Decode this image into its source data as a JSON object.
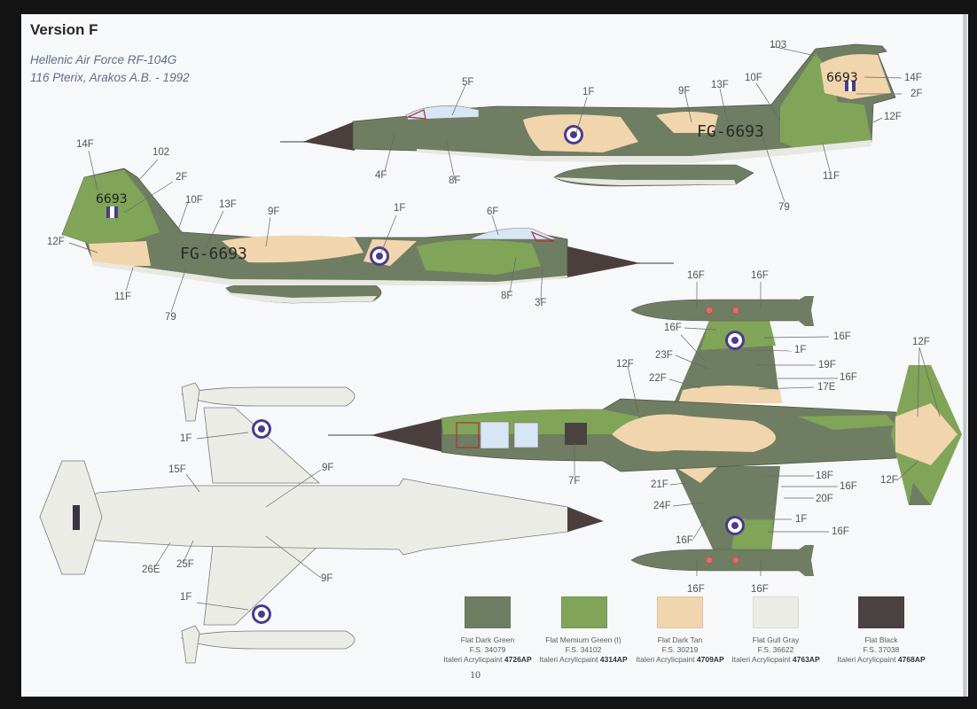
{
  "header": {
    "title": "Version F",
    "subtitle_line1": "Hellenic Air Force RF-104G",
    "subtitle_line2": "116 Pterix, Arakos A.B. - 1992"
  },
  "aircraft": {
    "serial_fuselage": "FG-6693",
    "serial_tail": "6693"
  },
  "views": {
    "left_profile_callouts": [
      "103",
      "5F",
      "1F",
      "9F",
      "13F",
      "10F",
      "6693",
      "14F",
      "2F",
      "12F",
      "4F",
      "8F",
      "11F",
      "79"
    ],
    "right_profile_callouts": [
      "14F",
      "102",
      "2F",
      "10F",
      "13F",
      "9F",
      "1F",
      "6F",
      "12F",
      "11F",
      "79",
      "8F",
      "3F"
    ],
    "top_view_callouts": [
      "16F",
      "16F",
      "16F",
      "16F",
      "1F",
      "23F",
      "19F",
      "22F",
      "16F",
      "12F",
      "17E",
      "12F",
      "7F",
      "21F",
      "18F",
      "16F",
      "24F",
      "20F",
      "1F",
      "16F",
      "16F",
      "16F",
      "16F",
      "12F"
    ],
    "bottom_view_callouts": [
      "1F",
      "15F",
      "9F",
      "26E",
      "25F",
      "9F",
      "1F"
    ]
  },
  "labels": {
    "l103": "103",
    "l5F_top": "5F",
    "l1F_top": "1F",
    "l9F_top": "9F",
    "l13F_top": "13F",
    "l10F_top": "10F",
    "l14F_top": "14F",
    "l2F_top": "2F",
    "l12F_top": "12F",
    "l4F_top": "4F",
    "l8F_top": "8F",
    "l11F_top": "11F",
    "l79_top": "79",
    "l14F_mid": "14F",
    "l102": "102",
    "l2F_mid": "2F",
    "l10F_mid": "10F",
    "l13F_mid": "13F",
    "l9F_mid": "9F",
    "l1F_mid": "1F",
    "l6F_mid": "6F",
    "l12F_mid": "12F",
    "l11F_mid": "11F",
    "l79_mid": "79",
    "l8F_mid": "8F",
    "l3F_mid": "3F",
    "t16F_a": "16F",
    "t16F_b": "16F",
    "t16F_c": "16F",
    "t16F_d": "16F",
    "t1F_a": "1F",
    "t23F": "23F",
    "t19F": "19F",
    "t22F": "22F",
    "t16F_e": "16F",
    "t12F_a": "12F",
    "t17E": "17E",
    "t12F_b": "12F",
    "t7F": "7F",
    "t21F": "21F",
    "t18F": "18F",
    "t16F_f": "16F",
    "t24F": "24F",
    "t20F": "20F",
    "t1F_b": "1F",
    "t16F_g": "16F",
    "t16F_h": "16F",
    "t16F_i": "16F",
    "t16F_j": "16F",
    "t12F_c": "12F",
    "b1F_a": "1F",
    "b15F": "15F",
    "b9F_a": "9F",
    "b26E": "26E",
    "b25F": "25F",
    "b9F_b": "9F",
    "b1F_b": "1F"
  },
  "paint_swatches": [
    {
      "name": "Flat Dark Green",
      "fs": "F.S. 34079",
      "brand": "Italeri Acrylicpaint",
      "code": "4726AP",
      "color": "#6f7d62"
    },
    {
      "name": "Flat Memium Green (I)",
      "fs": "F.S. 34102",
      "brand": "Italeri Acrylicpaint",
      "code": "4314AP",
      "color": "#80a458"
    },
    {
      "name": "Flat Dark Tan",
      "fs": "F.S. 30219",
      "brand": "Italeri Acrylicpaint",
      "code": "4709AP",
      "color": "#f1d5ad"
    },
    {
      "name": "Flat Gull Gray",
      "fs": "F.S. 36622",
      "brand": "Italeri Acrylicpaint",
      "code": "4763AP",
      "color": "#ecece6"
    },
    {
      "name": "Flat Black",
      "fs": "F.S. 37038",
      "brand": "Italeri Acrylicpaint",
      "code": "4768AP",
      "color": "#4a4240"
    }
  ],
  "footer": {
    "page_number": "10"
  }
}
